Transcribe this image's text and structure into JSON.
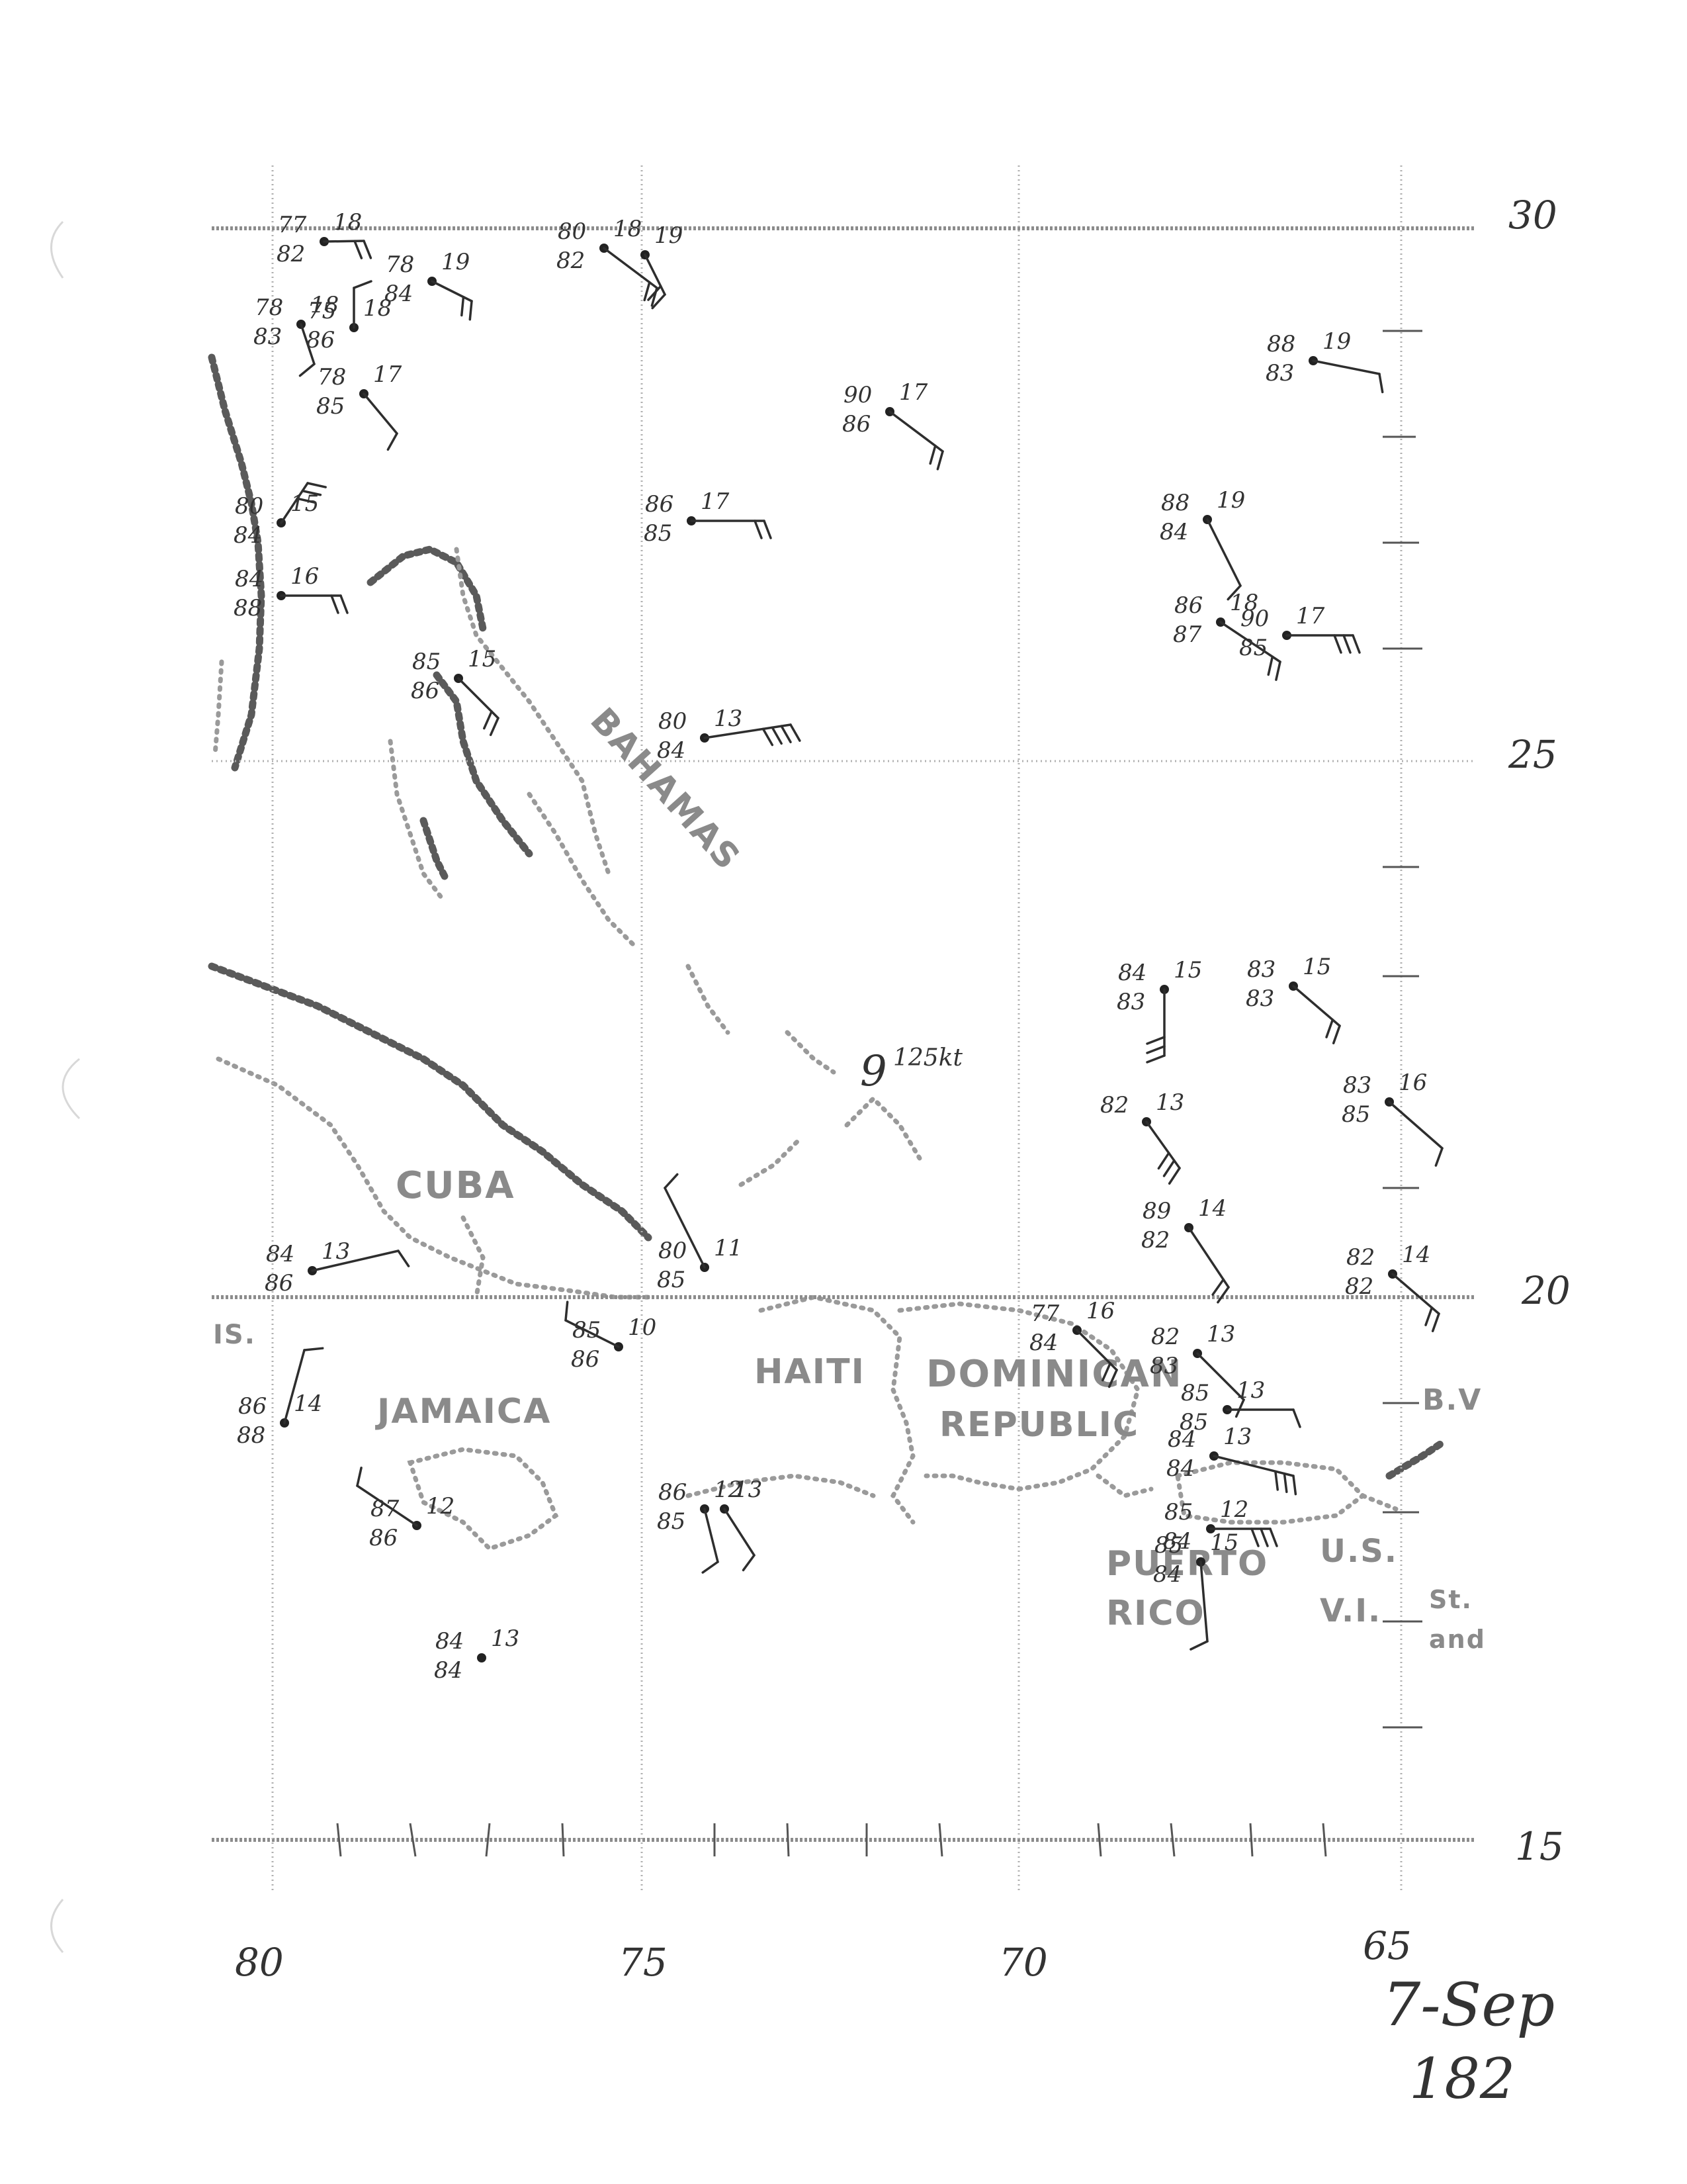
{
  "axes": {
    "lat_labels": [
      "30",
      "25",
      "20",
      "15"
    ],
    "lon_labels": [
      "80",
      "75",
      "70",
      "65"
    ]
  },
  "place_labels": {
    "cuba": "CUBA",
    "bahamas": "BAHAMAS",
    "jamaica": "JAMAICA",
    "haiti": "HAITI",
    "dominican_1": "DOMINICAN",
    "dominican_2": "REPUBLIC",
    "puerto_1": "PUERTO",
    "puerto_2": "RICO",
    "usvi_1": "U.S.",
    "usvi_2": "V.I.",
    "bvi": "B.V",
    "st": "St.",
    "and": "and",
    "is": "IS."
  },
  "storm": {
    "label": "125kt",
    "symbol_color": "#222222"
  },
  "footer": {
    "date": "7-Sep",
    "page_number": "182"
  },
  "stations": [
    {
      "t": "77",
      "td": "82",
      "id": "18"
    },
    {
      "t": "78",
      "td": "84",
      "id": "19"
    },
    {
      "t": "78",
      "td": "83",
      "id": "18"
    },
    {
      "t": "75",
      "td": "86",
      "id": "18"
    },
    {
      "t": "78",
      "td": "85",
      "id": "17"
    },
    {
      "t": "80",
      "td": "82",
      "id": "18"
    },
    {
      "t": "",
      "td": "",
      "id": "19"
    },
    {
      "t": "80",
      "td": "84",
      "id": "15"
    },
    {
      "t": "84",
      "td": "88",
      "id": "16"
    },
    {
      "t": "85",
      "td": "86",
      "id": "15"
    },
    {
      "t": "90",
      "td": "86",
      "id": "17"
    },
    {
      "t": "86",
      "td": "85",
      "id": "17"
    },
    {
      "t": "80",
      "td": "84",
      "id": "13"
    },
    {
      "t": "88",
      "td": "83",
      "id": "19"
    },
    {
      "t": "88",
      "td": "84",
      "id": "19"
    },
    {
      "t": "86",
      "td": "87",
      "id": "18"
    },
    {
      "t": "90",
      "td": "85",
      "id": "17"
    },
    {
      "t": "84",
      "td": "83",
      "id": "15"
    },
    {
      "t": "83",
      "td": "83",
      "id": "15"
    },
    {
      "t": "82",
      "td": "",
      "id": "13"
    },
    {
      "t": "83",
      "td": "85",
      "id": "16"
    },
    {
      "t": "84",
      "td": "86",
      "id": "13"
    },
    {
      "t": "80",
      "td": "85",
      "id": "11"
    },
    {
      "t": "89",
      "td": "82",
      "id": "14"
    },
    {
      "t": "82",
      "td": "82",
      "id": "14"
    },
    {
      "t": "85",
      "td": "86",
      "id": "10"
    },
    {
      "t": "77",
      "td": "84",
      "id": "16"
    },
    {
      "t": "82",
      "td": "83",
      "id": "13"
    },
    {
      "t": "86",
      "td": "88",
      "id": "14"
    },
    {
      "t": "85",
      "td": "85",
      "id": "13"
    },
    {
      "t": "84",
      "td": "84",
      "id": "13"
    },
    {
      "t": "87",
      "td": "86",
      "id": "12"
    },
    {
      "t": "86",
      "td": "85",
      "id": "12"
    },
    {
      "t": "",
      "td": "",
      "id": "13"
    },
    {
      "t": "85",
      "td": "84",
      "id": "12"
    },
    {
      "t": "85",
      "td": "84",
      "id": "15"
    },
    {
      "t": "84",
      "td": "84",
      "id": "13"
    }
  ]
}
